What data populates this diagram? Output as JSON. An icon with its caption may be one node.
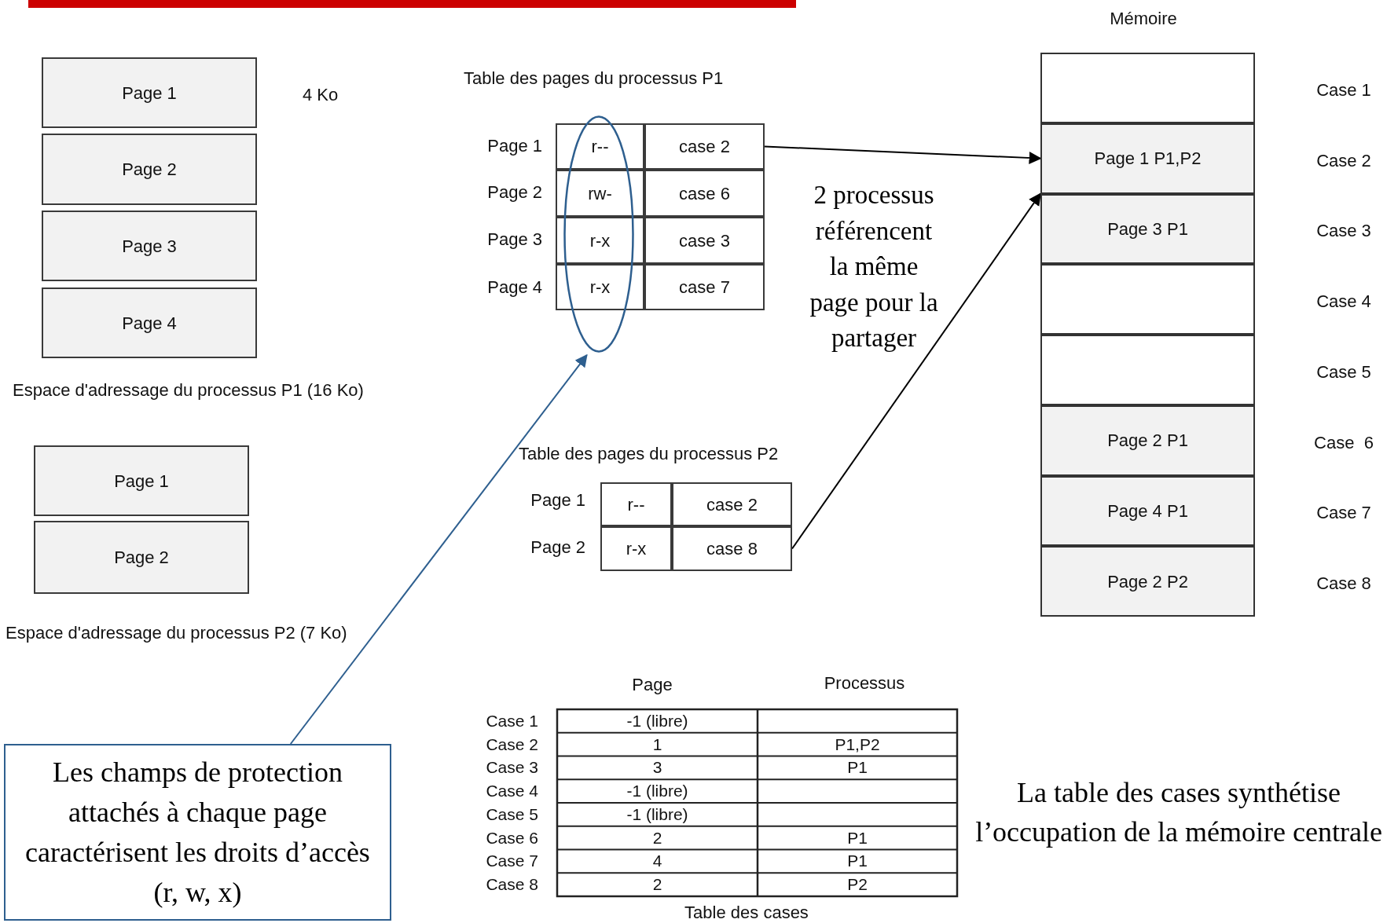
{
  "diagram": {
    "nodes": [
      {
        "text": [
          "Page 1"
        ]
      },
      {
        "text": [
          "Page 2"
        ]
      },
      {
        "text": [
          "Page 3"
        ]
      },
      {
        "text": [
          "Page 4"
        ]
      },
      {
        "text": [
          "Page 1"
        ]
      },
      {
        "text": [
          "Page 2"
        ]
      },
      {
        "text": [
          "r--"
        ]
      },
      {
        "text": [
          "case 2"
        ]
      },
      {
        "text": [
          "rw-"
        ]
      },
      {
        "text": [
          "case 6"
        ]
      },
      {
        "text": [
          "r-x"
        ]
      },
      {
        "text": [
          "case 3"
        ]
      },
      {
        "text": [
          "r-x"
        ]
      },
      {
        "text": [
          "case 7"
        ]
      },
      {
        "text": [],
        "shape": "ellipse"
      },
      {
        "text": [
          "r--"
        ]
      },
      {
        "text": [
          "case 2"
        ]
      },
      {
        "text": [
          "r-x"
        ]
      },
      {
        "text": [
          "case 8"
        ]
      },
      {
        "text": [],
        "shape": "box",
        "beside": [
          "Case 1"
        ]
      },
      {
        "text": [
          "Page 1 P1,P2"
        ],
        "beside": [
          "Case 2"
        ]
      },
      {
        "text": [
          "Page 3 P1"
        ],
        "beside": [
          "Case 3"
        ]
      },
      {
        "text": [],
        "shape": "box",
        "beside": [
          "Case 4"
        ]
      },
      {
        "text": [],
        "shape": "box",
        "beside": [
          "Case 5"
        ]
      },
      {
        "text": [
          "Page 2 P1"
        ],
        "beside": [
          "Case  6"
        ]
      },
      {
        "text": [
          "Page 4 P1"
        ],
        "beside": [
          "Case 7"
        ]
      },
      {
        "text": [
          "Page 2 P2"
        ],
        "beside": [
          "Case 8"
        ]
      },
      {
        "text": [
          "Les champs de protection attachés à chaque page caractérisent les droits d’accès (r, w, x)"
        ]
      }
    ],
    "edges": [
      {
        "from": 7,
        "to": 20,
        "arrow": "to"
      },
      {
        "from": 18,
        "to": 20,
        "arrow": "to"
      },
      {
        "from": 27,
        "to": 14,
        "arrow": "to",
        "color": "#2e5f8f"
      }
    ],
    "labels": [
      "Mémoire",
      "Table des pages du processus P1",
      "4 Ko",
      "Page 1",
      "Page 2",
      "Page 3",
      "Page 4",
      "2  processus référencent la même page pour la partager",
      "Espace d'adressage du processus P1 (16 Ko)",
      "Table des pages du processus P2",
      "Page 1",
      "Page 2",
      "Espace d'adressage du processus P2 (7 Ko)",
      "Page",
      "Processus",
      "Case 1",
      "-1 (libre)",
      "Case 2",
      "1",
      "P1,P2",
      "Case 3",
      "3",
      "P1",
      "Case 4",
      "-1 (libre)",
      "Case 5",
      "-1 (libre)",
      "Case 6",
      "2",
      "P1",
      "Case 7",
      "4",
      "P1",
      "Case 8",
      "2",
      "P2",
      "Table des cases",
      "La table des cases synthétise l’occupation de la mémoire centrale"
    ]
  }
}
